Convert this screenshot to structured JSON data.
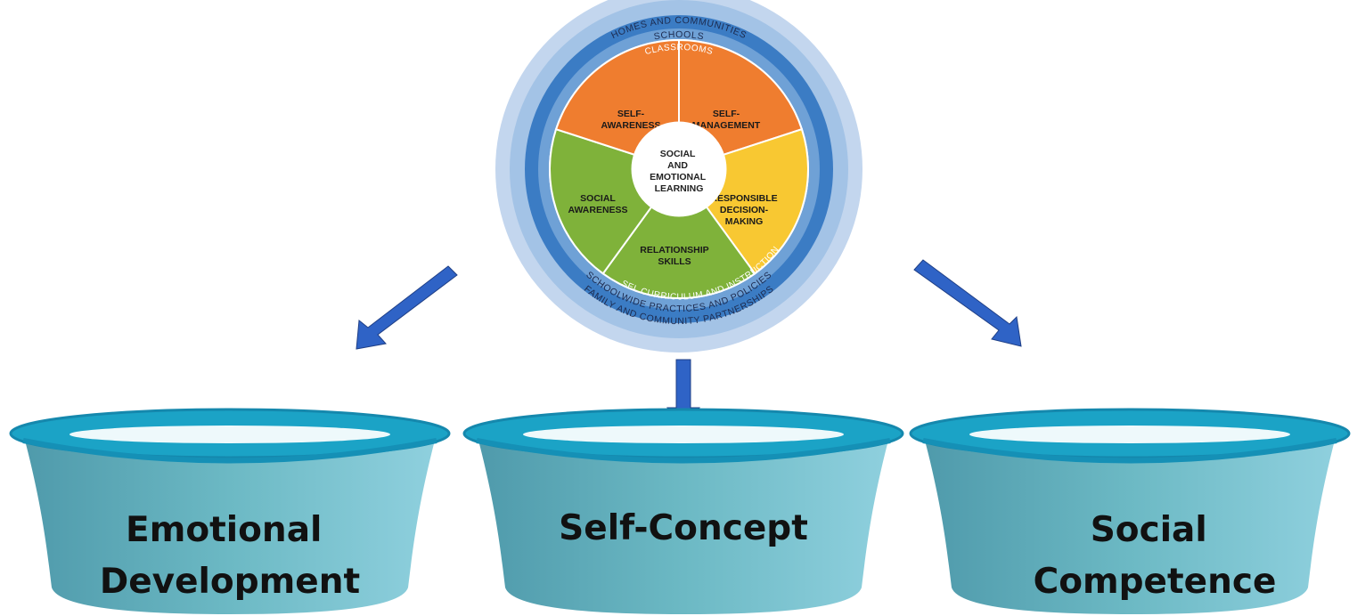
{
  "wheel": {
    "outer_rings_top": [
      "HOMES AND COMMUNITIES",
      "SCHOOLS",
      "CLASSROOMS"
    ],
    "outer_rings_bottom": [
      "SEL CURRICULUM AND INSTRUCTION",
      "SCHOOLWIDE PRACTICES AND POLICIES",
      "FAMILY AND COMMUNITY PARTNERSHIPS"
    ],
    "center": [
      "SOCIAL",
      "AND",
      "EMOTIONAL",
      "LEARNING"
    ],
    "segments": [
      {
        "lines": [
          "SELF-",
          "AWARENESS"
        ],
        "color": "#ef7d2f"
      },
      {
        "lines": [
          "SELF-",
          "MANAGEMENT"
        ],
        "color": "#ef7d2f"
      },
      {
        "lines": [
          "RESPONSIBLE",
          "DECISION-",
          "MAKING"
        ],
        "color": "#f8c832"
      },
      {
        "lines": [
          "RELATIONSHIP",
          "SKILLS"
        ],
        "color": "#7fb23a"
      },
      {
        "lines": [
          "SOCIAL",
          "AWARENESS"
        ],
        "color": "#7fb23a"
      }
    ],
    "ring_colors": [
      "#c3d6ee",
      "#a3c3e6",
      "#6fa1d6",
      "#3b7cc4",
      "#ffffff"
    ]
  },
  "bowls": [
    {
      "lines": [
        "Emotional",
        "Development"
      ]
    },
    {
      "lines": [
        "Self-Concept"
      ]
    },
    {
      "lines": [
        "Social",
        "Competence"
      ]
    }
  ],
  "colors": {
    "arrow": "#2f63c6",
    "bowl_rim": "#1ba3c6",
    "bowl_body": "#5fa6b3"
  }
}
